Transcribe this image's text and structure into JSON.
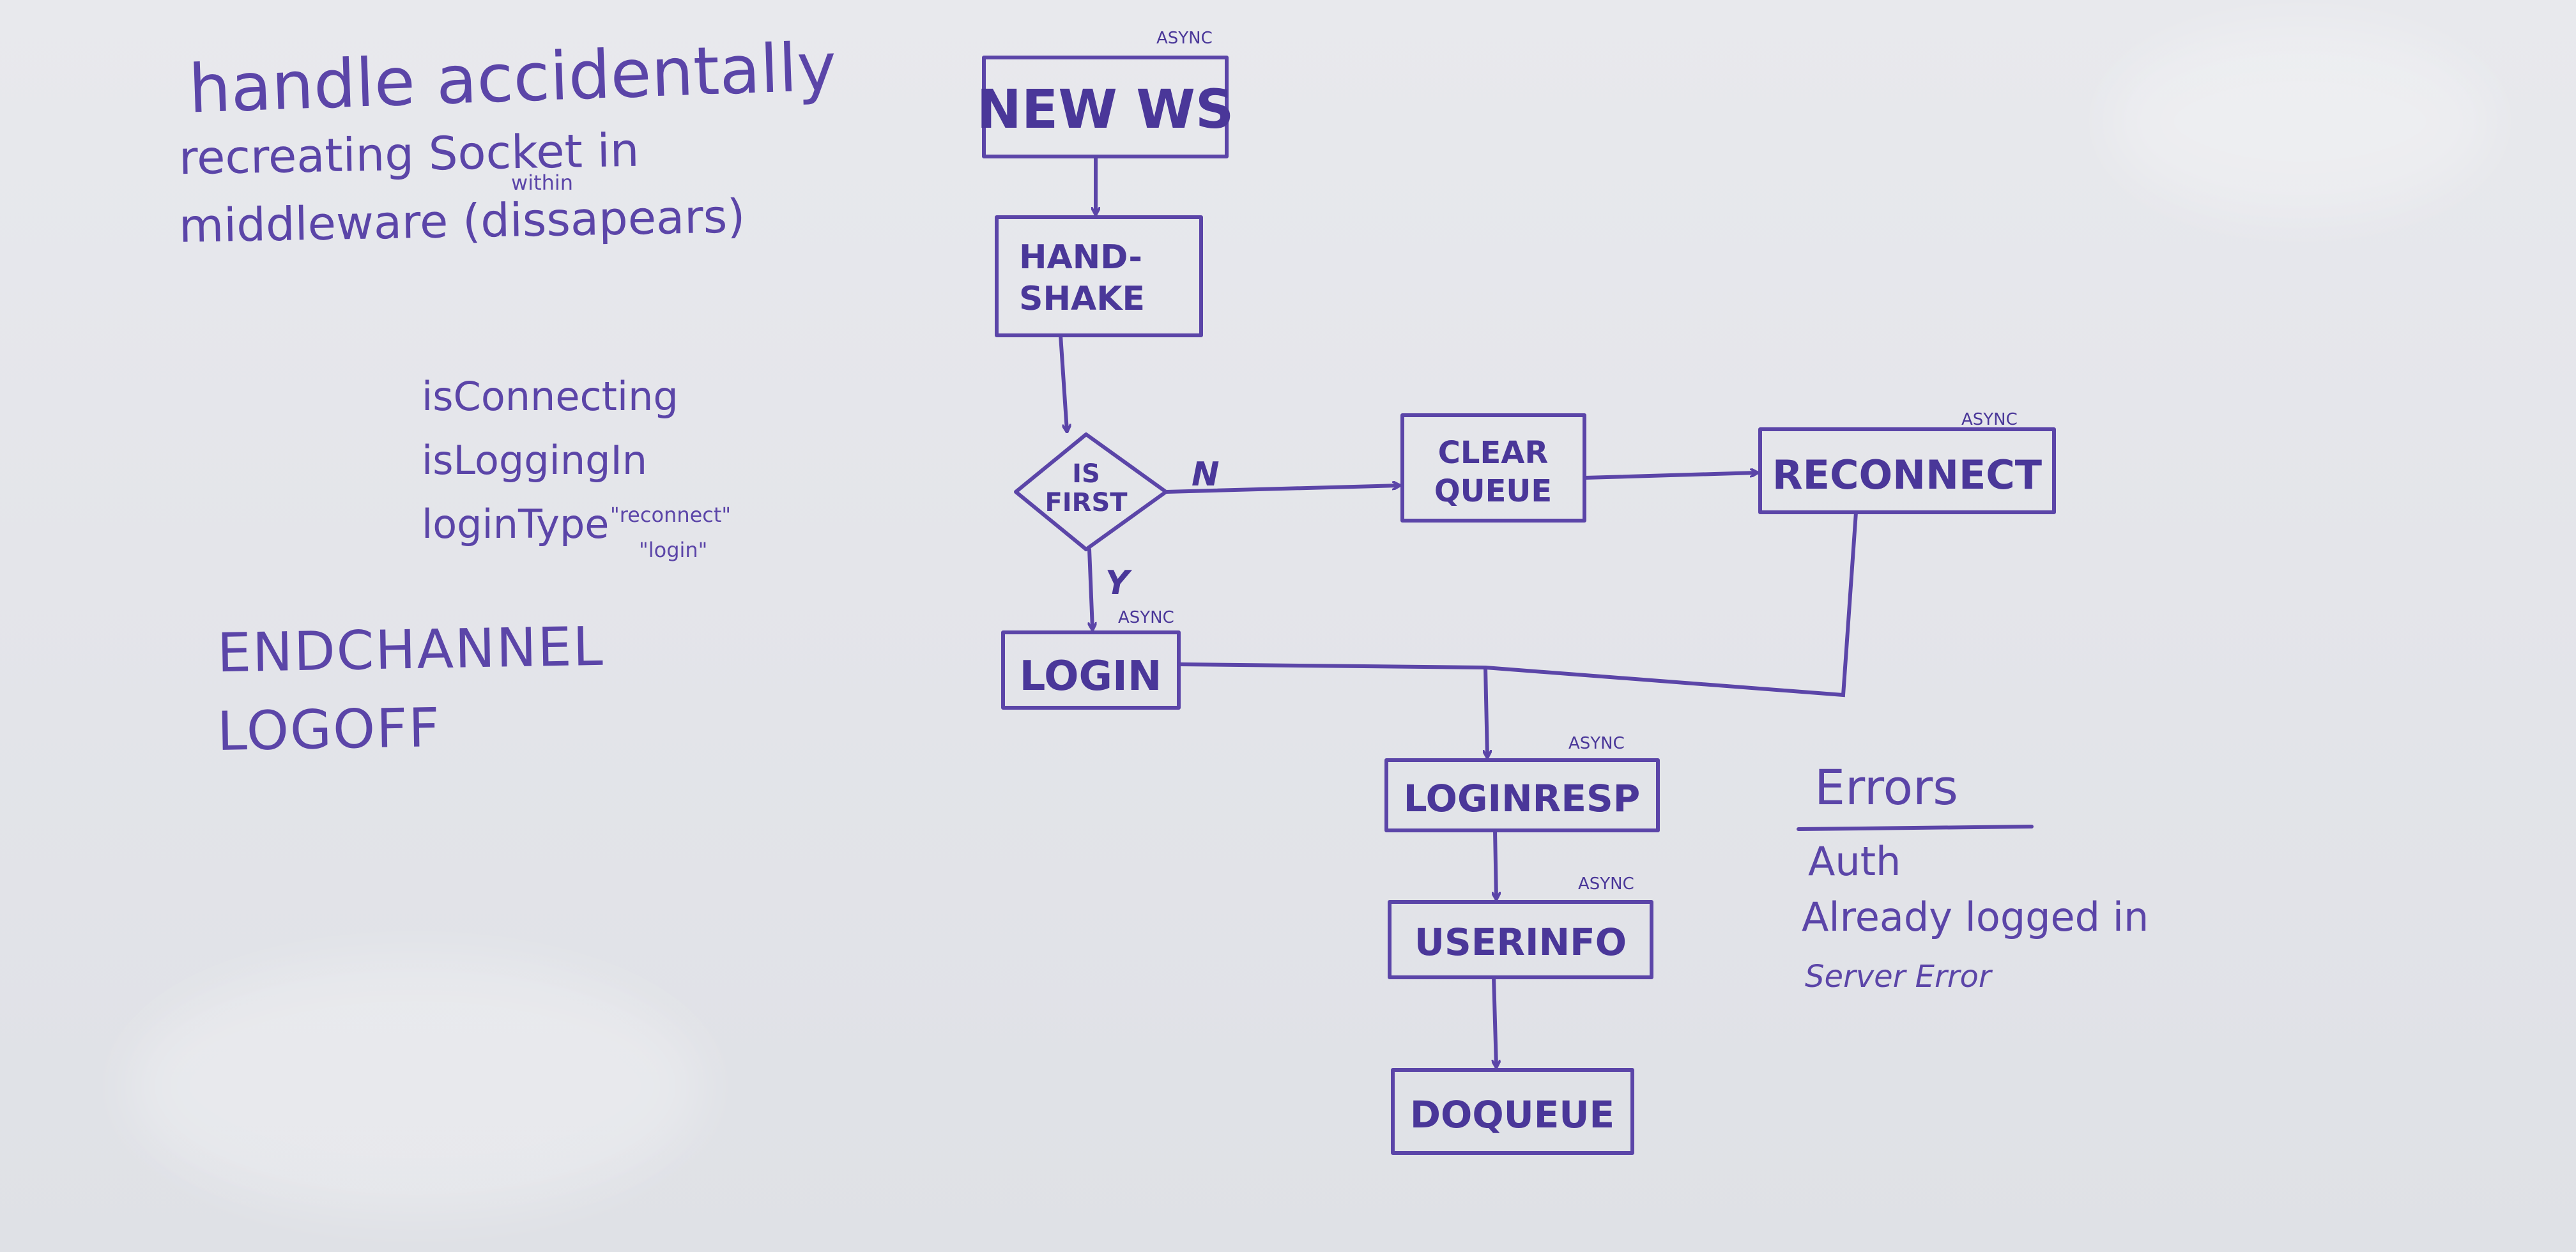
{
  "notes": {
    "title_line1": "handle accidentally",
    "title_line2": "recreating Socket in",
    "title_within": "within",
    "title_line3": "middleware (dissapears)",
    "flags": [
      "isConnecting",
      "isLoggingIn",
      "loginType"
    ],
    "login_type_values": [
      "\"reconnect\"",
      "\"login\""
    ],
    "actions": [
      "ENDCHANNEL",
      "LOGOFF"
    ]
  },
  "flowchart": {
    "nodes": {
      "new_ws": {
        "label": "NEW WS",
        "tag": "ASYNC"
      },
      "handshake": {
        "label_line1": "HAND-",
        "label_line2": "SHAKE"
      },
      "is_first": {
        "label_line1": "IS",
        "label_line2": "FIRST"
      },
      "clear_queue": {
        "label_line1": "CLEAR",
        "label_line2": "QUEUE"
      },
      "reconnect": {
        "label": "RECONNECT",
        "tag": "ASYNC"
      },
      "login": {
        "label": "LOGIN",
        "tag": "ASYNC"
      },
      "login_resp": {
        "label": "LOGINRESP",
        "tag": "ASYNC"
      },
      "user_info": {
        "label": "USERINFO",
        "tag": "ASYNC"
      },
      "do_queue": {
        "label": "DOQUEUE"
      }
    },
    "edge_labels": {
      "no": "N",
      "yes": "Y"
    }
  },
  "errors": {
    "title": "Errors",
    "items": [
      "Auth",
      "Already logged in",
      "Server Error"
    ]
  },
  "colors": {
    "marker": "#5b45a8",
    "board": "#e4e5ea"
  }
}
